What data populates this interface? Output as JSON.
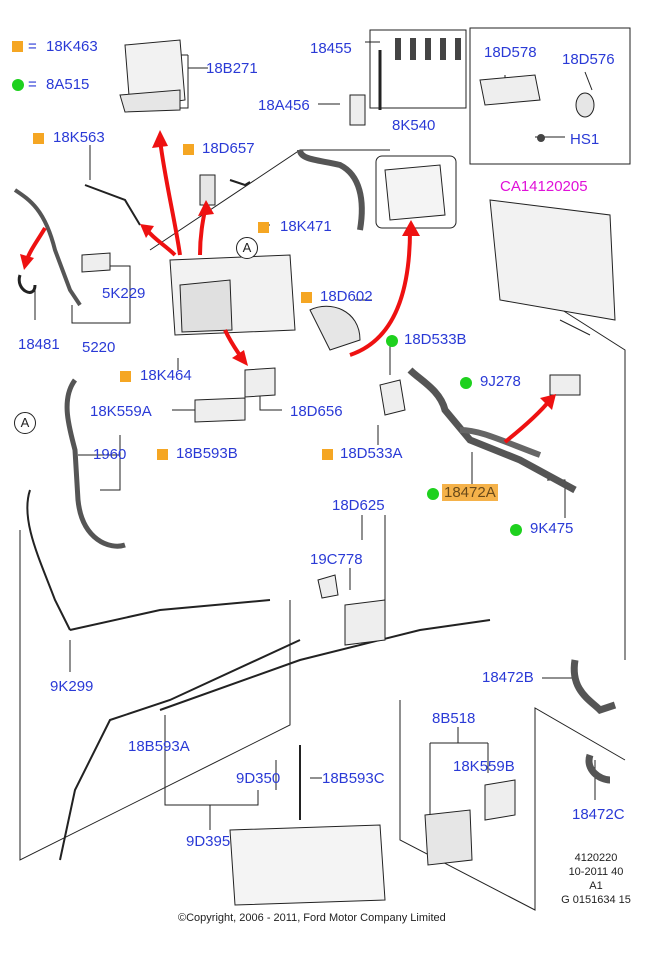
{
  "legend": {
    "orange_code": "18K463",
    "green_code": "8A515",
    "equals": "=",
    "orange_color": "#f5a623",
    "green_color": "#1ed11e"
  },
  "labels": {
    "l18B271": "18B271",
    "l18K563": "18K563",
    "l18D657": "18D657",
    "l18455": "18455",
    "l18A456": "18A456",
    "l8K540": "8K540",
    "l18D578": "18D578",
    "l18D576": "18D576",
    "lHS1": "HS1",
    "lCA": "CA14120205",
    "l18K471": "18K471",
    "l5K229": "5K229",
    "l18481": "18481",
    "l5220": "5220",
    "l18D602": "18D602",
    "l18D533B": "18D533B",
    "l18K464": "18K464",
    "l9J278": "9J278",
    "l18K559A": "18K559A",
    "l18D656": "18D656",
    "l1960": "1960",
    "l18B593B": "18B593B",
    "l18D533A": "18D533A",
    "l18472A": "18472A",
    "l18D625": "18D625",
    "l9K475": "9K475",
    "l19C778": "19C778",
    "l9K299": "9K299",
    "l18472B": "18472B",
    "l18B593A": "18B593A",
    "l8B518": "8B518",
    "l18K559B": "18K559B",
    "l9D350": "9D350",
    "l18B593C": "18B593C",
    "l18472C": "18472C",
    "l9D395": "9D395",
    "circleA": "A"
  },
  "reference": {
    "line1": "4120220",
    "line2": "10-2011 40",
    "line3": "A1",
    "line4": "G 0151634 15"
  },
  "copyright": "©Copyright, 2006 - 2011, Ford Motor Company Limited"
}
